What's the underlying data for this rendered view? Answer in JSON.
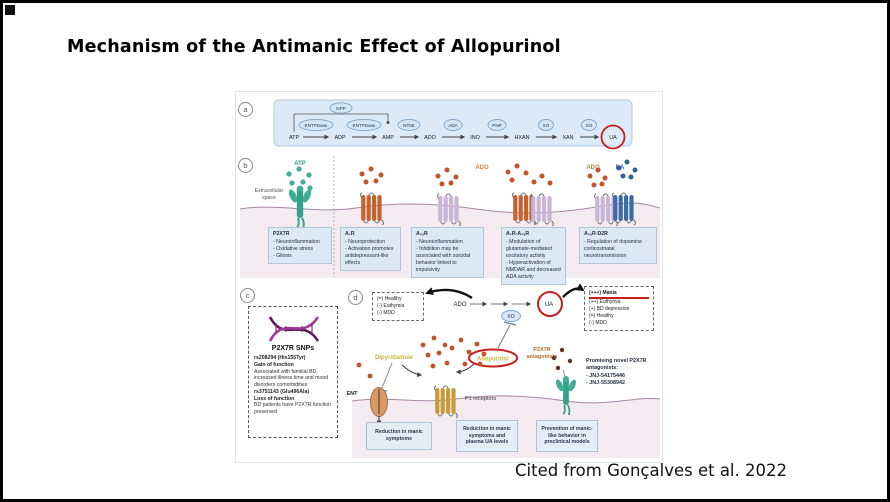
{
  "header": {
    "title": "Mechanism of the Antimanic Effect of Allopurinol"
  },
  "footer": {
    "citation": "Cited from Gonçalves et al. 2022"
  },
  "colors": {
    "highlight_red": "#c41e1e",
    "ado_orange": "#d6833c",
    "atp_green": "#2fa189",
    "da_blue": "#3a6ca8",
    "drug_label_yellow": "#c9b23a",
    "box_blue_bg": "#dce9f5"
  },
  "panel_a": {
    "label": "a",
    "substrates": [
      "ATP",
      "ADP",
      "AMP",
      "ADO",
      "INO",
      "HXAN",
      "XAN",
      "UA"
    ],
    "enzymes": {
      "npp": "NPP",
      "entpdase1": "ENTPDase",
      "entpdase2": "ENTPDase",
      "nt5e": "NT5E",
      "ada": "ADA",
      "pnp": "PNP",
      "xo1": "XO",
      "xo2": "XO"
    }
  },
  "panel_b": {
    "label": "b",
    "extracellular_label": "Extracellular\nspace",
    "ligands": {
      "atp": "ATP",
      "ado1": "ADO",
      "ado2": "ADO",
      "da": "DA"
    },
    "boxes": [
      {
        "title": "P2X7R",
        "body": "- Neuroinflammation\n- Oxidative stress\n- Gliosis"
      },
      {
        "title": "A₁R",
        "body": "- Neuroprotection\n- Activation promotes antidepressant-like effects"
      },
      {
        "title": "A₂ₐR",
        "body": "- Neuroinflammation\n- Inhibition may be associated with suicidal behavior linked to impulsivity"
      },
      {
        "title": "A₁R-A₂ₐR",
        "body": "- Modulation of glutamate-mediated excitatory activity\n- Hyperactivation of NMDAR and decreased ADA activity"
      },
      {
        "title": "A₂ₐR-D2R",
        "body": "- Regulation of dopamine corticostriatal neurotransmission"
      }
    ]
  },
  "panel_c": {
    "label": "c",
    "title": "P2X7R SNPs",
    "snp1": "rs208294 (His155Tyr)",
    "snp1_effect": "Gain of function",
    "snp1_desc": "Associated with familial BD, increased illness time and mood disorders comorbidities",
    "snp2": "rs3751143 (Glu496Ala)",
    "snp2_effect": "Loss of function",
    "snp2_desc": "BD patients have P2X7R function preserved"
  },
  "panel_d": {
    "label": "d",
    "ado": "ADO",
    "ua": "UA",
    "xo": "XO",
    "left_box": {
      "lines": [
        "(=) Healthy",
        "(-) Euthymia",
        "(-) MDD"
      ]
    },
    "right_box": {
      "lines": [
        "(+++) Mania",
        "(++) Euthymia",
        "(+) BD depression",
        "(=) Healthy",
        "(-) MDD"
      ]
    },
    "dipyridamole": "Dipyridamole",
    "allopurinol": "Allopurinol",
    "ent": "ENT",
    "p1_receptors": "P1 receptors",
    "antagonists_line1": "P2X7R",
    "antagonists_line2": "antagonists",
    "promising": {
      "title": "Promising novel P2X7R antagonists:",
      "items": [
        "- JNJ-54175446",
        "- JNJ-55308942"
      ]
    },
    "outcomes": [
      "Reduction in manic symptoms",
      "Reduction in manic symptoms and plasma UA levels",
      "Prevention of manic-like behavior in preclinical models"
    ]
  }
}
